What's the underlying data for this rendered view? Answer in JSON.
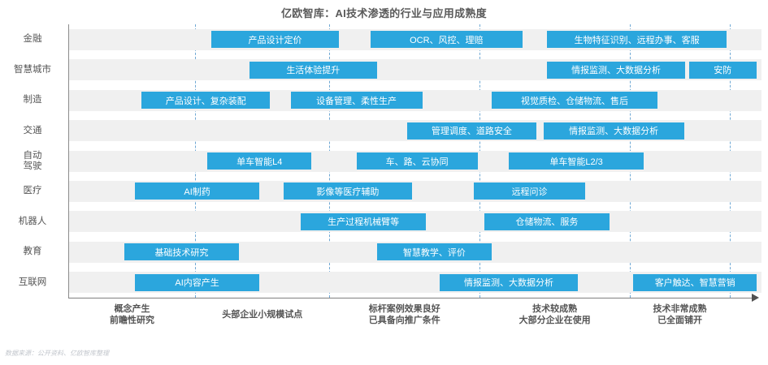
{
  "title": "亿欧智库：AI技术渗透的行业与应用成熟度",
  "footnote": "数据来源：公开资料、亿欧智库整理",
  "colors": {
    "bar": "#2ba6dd",
    "band": "#f0f0f0",
    "gridline": "#6fa8d4",
    "axis": "#808080",
    "title": "#5a5a5a"
  },
  "chart_data": {
    "type": "bar",
    "title": "亿欧智库：AI技术渗透的行业与应用成熟度",
    "xlabel": "",
    "ylabel": "",
    "grid": true,
    "legend": "none",
    "xlim": [
      0,
      100
    ],
    "stage_labels": [
      {
        "line1": "概念产生",
        "line2": "前瞻性研究"
      },
      {
        "line1": "头部企业小规模试点",
        "line2": ""
      },
      {
        "line1": "标杆案例效果良好",
        "line2": "已具备向推广条件"
      },
      {
        "line1": "技术较成熟",
        "line2": "大部分企业在使用"
      },
      {
        "line1": "技术非常成熟",
        "line2": "已全面铺开"
      }
    ],
    "gridline_positions": [
      18.2,
      37.6,
      59.3,
      81.0,
      95.4
    ],
    "categories": [
      "金融",
      "智慧城市",
      "制造",
      "交通",
      "自动\n驾驶",
      "医疗",
      "机器人",
      "教育",
      "互联网"
    ],
    "rows": [
      {
        "label": "金融",
        "label_lines": [
          "金融"
        ],
        "bars": [
          {
            "text": "产品设计定价",
            "start": 20.5,
            "end": 39.0
          },
          {
            "text": "OCR、风控、理赔",
            "start": 43.5,
            "end": 65.5
          },
          {
            "text": "生物特征识别、远程办事、客服",
            "start": 69.0,
            "end": 95.0
          }
        ]
      },
      {
        "label": "智慧城市",
        "label_lines": [
          "智慧城市"
        ],
        "bars": [
          {
            "text": "生活体验提升",
            "start": 26.0,
            "end": 44.5
          },
          {
            "text": "情报监测、大数据分析",
            "start": 69.0,
            "end": 89.0
          },
          {
            "text": "安防",
            "start": 89.5,
            "end": 99.3
          }
        ]
      },
      {
        "label": "制造",
        "label_lines": [
          "制造"
        ],
        "bars": [
          {
            "text": "产品设计、复杂装配",
            "start": 10.5,
            "end": 29.0
          },
          {
            "text": "设备管理、柔性生产",
            "start": 32.0,
            "end": 51.0
          },
          {
            "text": "视觉质检、仓储物流、售后",
            "start": 61.0,
            "end": 85.0
          }
        ]
      },
      {
        "label": "交通",
        "label_lines": [
          "交通"
        ],
        "bars": [
          {
            "text": "管理调度、道路安全",
            "start": 48.8,
            "end": 67.5
          },
          {
            "text": "情报监测、大数据分析",
            "start": 68.5,
            "end": 88.8
          }
        ]
      },
      {
        "label": "自动驾驶",
        "label_lines": [
          "自动",
          "驾驶"
        ],
        "bars": [
          {
            "text": "单车智能L4",
            "start": 20.0,
            "end": 35.0
          },
          {
            "text": "车、路、云协同",
            "start": 41.5,
            "end": 59.0
          },
          {
            "text": "单车智能L2/3",
            "start": 63.5,
            "end": 83.0
          }
        ]
      },
      {
        "label": "医疗",
        "label_lines": [
          "医疗"
        ],
        "bars": [
          {
            "text": "AI制药",
            "start": 9.5,
            "end": 27.5
          },
          {
            "text": "影像等医疗辅助",
            "start": 31.0,
            "end": 49.5
          },
          {
            "text": "远程问诊",
            "start": 58.5,
            "end": 74.5
          }
        ]
      },
      {
        "label": "机器人",
        "label_lines": [
          "机器人"
        ],
        "bars": [
          {
            "text": "生产过程机械臂等",
            "start": 33.5,
            "end": 51.5
          },
          {
            "text": "仓储物流、服务",
            "start": 60.0,
            "end": 78.0
          }
        ]
      },
      {
        "label": "教育",
        "label_lines": [
          "教育"
        ],
        "bars": [
          {
            "text": "基础技术研究",
            "start": 8.0,
            "end": 24.5
          },
          {
            "text": "智慧教学、评价",
            "start": 44.5,
            "end": 61.0
          }
        ]
      },
      {
        "label": "互联网",
        "label_lines": [
          "互联网"
        ],
        "bars": [
          {
            "text": "AI内容产生",
            "start": 9.5,
            "end": 27.5
          },
          {
            "text": "情报监测、大数据分析",
            "start": 53.5,
            "end": 73.5
          },
          {
            "text": "客户触达、智慧营销",
            "start": 81.5,
            "end": 99.3
          }
        ]
      }
    ]
  }
}
